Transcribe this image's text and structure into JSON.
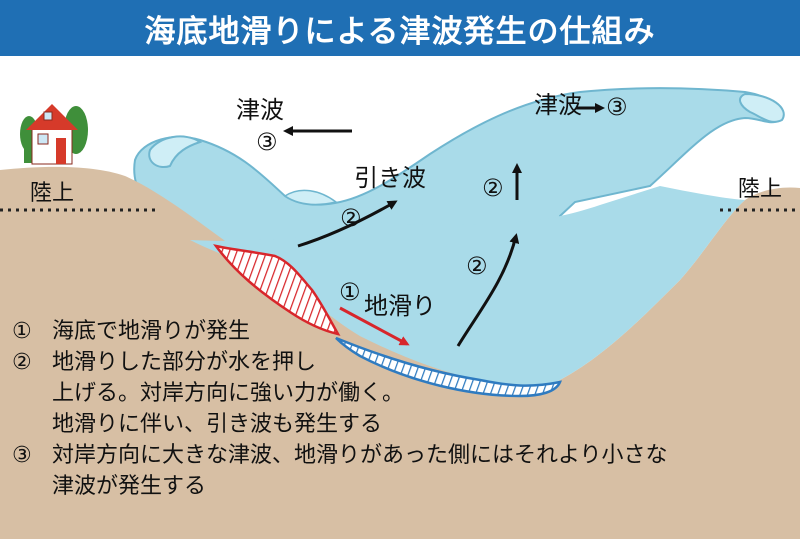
{
  "title": "海底地滑りによる津波発生の仕組み",
  "labels": {
    "land_left": "陸上",
    "land_right": "陸上",
    "tsunami_left": "津波",
    "tsunami_right": "津波",
    "backwash": "引き波",
    "landslide": "地滑り",
    "num1": "①",
    "num2": "②",
    "num3": "③"
  },
  "steps": [
    {
      "num": "①",
      "lines": [
        "海底で地滑りが発生"
      ]
    },
    {
      "num": "②",
      "lines": [
        "地滑りした部分が水を押し",
        "上げる。対岸方向に強い力が働く。",
        "地滑りに伴い、引き波も発生する"
      ]
    },
    {
      "num": "③",
      "lines": [
        "対岸方向に大きな津波、地滑りがあった側にはそれより小さな",
        "津波が発生する"
      ]
    }
  ],
  "colors": {
    "title_bg": "#1f6fb4",
    "ground": "#d7bfa4",
    "water": "#a9dbe9",
    "water_dark": "#6fb6cf",
    "slide": "#d8262b",
    "seabed_line": "#2f7bc0",
    "house_wall": "#d63a2a",
    "tree": "#3f8f3a"
  }
}
